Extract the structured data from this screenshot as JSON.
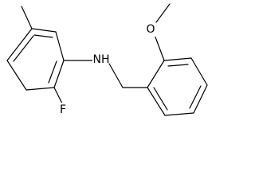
{
  "molecule": {
    "labels": {
      "nitrogen": "NH",
      "fluorine": "F",
      "oxygen": "O"
    },
    "ink_color": "#000000",
    "background": "#ffffff"
  }
}
